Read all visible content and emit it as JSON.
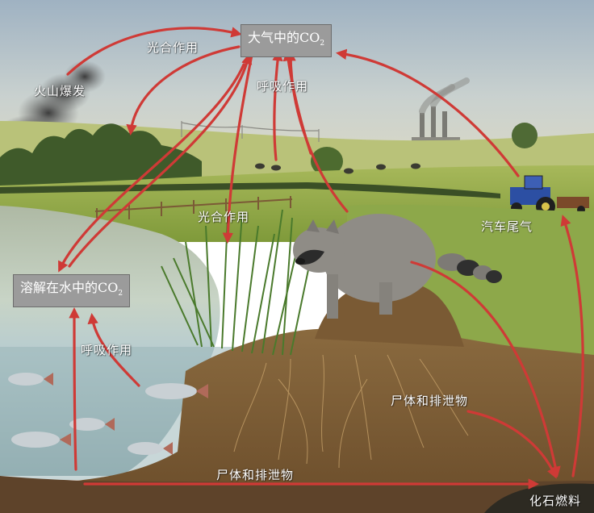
{
  "boxes": {
    "atmosphere": {
      "text": "大气中的CO",
      "sub": "2"
    },
    "water": {
      "text": "溶解在水中的CO",
      "sub": "2"
    }
  },
  "labels": {
    "photosynthesis_top": "光合作用",
    "volcano": "火山爆发",
    "respiration_top": "呼吸作用",
    "photosynthesis_mid": "光合作用",
    "car_exhaust": "汽车尾气",
    "respiration_water": "呼吸作用",
    "remains_land": "尸体和排泄物",
    "remains_bottom": "尸体和排泄物",
    "fossil_fuel": "化石燃料"
  },
  "colors": {
    "arrow": "#cf3a36",
    "box": "#9b9b9b",
    "label": "#ffffff"
  }
}
